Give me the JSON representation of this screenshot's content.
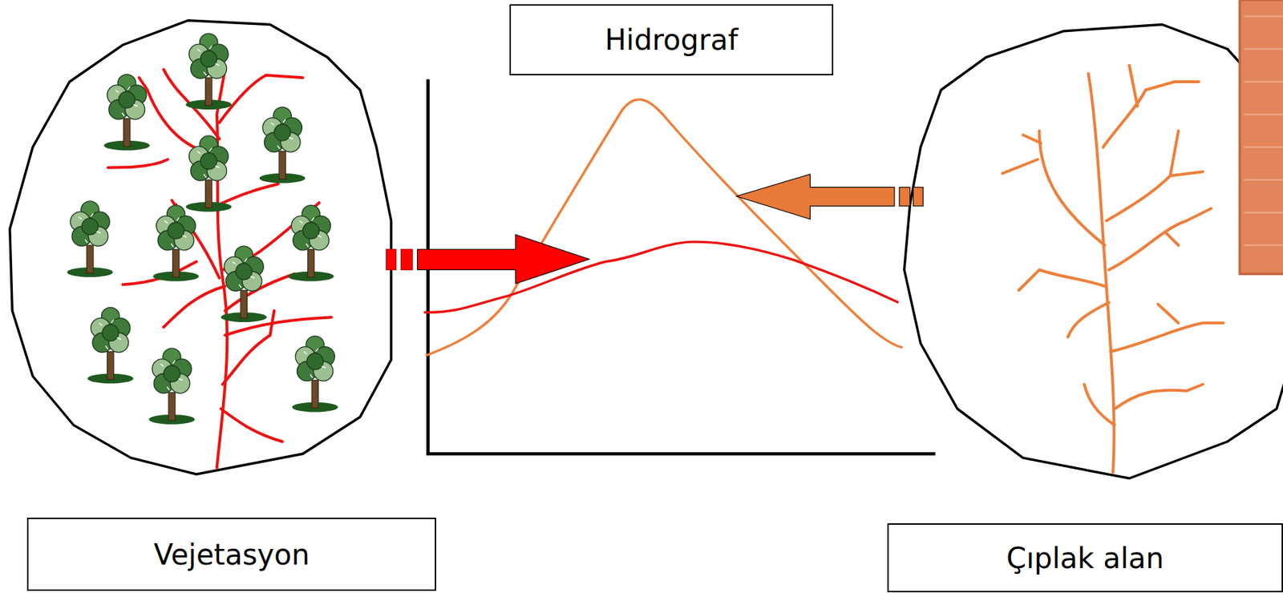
{
  "diagram": {
    "nodes": [
      {
        "text": [
          "Hidrograf"
        ]
      },
      {
        "text": [
          "Vejetasyon"
        ]
      },
      {
        "text": [
          "Çıplak alan"
        ]
      }
    ]
  }
}
